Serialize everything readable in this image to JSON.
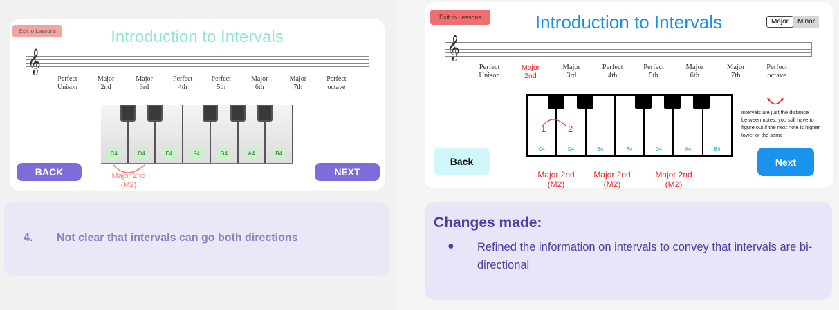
{
  "before": {
    "exit_label": "Exit to Lessons",
    "title": "Introduction to Intervals",
    "intervals": [
      {
        "line1": "Perfect",
        "line2": "Unison"
      },
      {
        "line1": "Major",
        "line2": "2nd"
      },
      {
        "line1": "Major",
        "line2": "3rd"
      },
      {
        "line1": "Perfect",
        "line2": "4th"
      },
      {
        "line1": "Perfect",
        "line2": "5th"
      },
      {
        "line1": "Major",
        "line2": "6th"
      },
      {
        "line1": "Major",
        "line2": "7th"
      },
      {
        "line1": "Perfect",
        "line2": "octave"
      }
    ],
    "keys": [
      "C4",
      "D4",
      "E4",
      "F4",
      "G4",
      "A4",
      "B4"
    ],
    "interval_label": "Major 2nd",
    "interval_abbr": "(M2)",
    "back_label": "BACK",
    "next_label": "NEXT",
    "note_number": "4.",
    "note_text": "Not clear that intervals can go both directions"
  },
  "after": {
    "exit_label": "Exit to Lessons",
    "title": "Introduction to Intervals",
    "toggle": {
      "options": [
        "Major",
        "Minor"
      ],
      "selected": "Major"
    },
    "intervals": [
      {
        "line1": "Perfect",
        "line2": "Unison"
      },
      {
        "line1": "Major",
        "line2": "2nd"
      },
      {
        "line1": "Major",
        "line2": "3rd"
      },
      {
        "line1": "Perfect",
        "line2": "4th"
      },
      {
        "line1": "Perfect",
        "line2": "5th"
      },
      {
        "line1": "Major",
        "line2": "6th"
      },
      {
        "line1": "Major",
        "line2": "7th"
      },
      {
        "line1": "Perfect",
        "line2": "octave"
      }
    ],
    "highlighted_interval": 1,
    "keys": [
      "C4",
      "D4",
      "E4",
      "F4",
      "G4",
      "A4",
      "B4"
    ],
    "step_1": "1",
    "step_2": "2",
    "interval_labels": [
      {
        "name": "Major 2nd",
        "abbr": "(M2)"
      },
      {
        "name": "Major 2nd",
        "abbr": "(M2)"
      },
      {
        "name": "Major 2nd",
        "abbr": "(M2)"
      }
    ],
    "hint_text": "intervals are just the distance between notes, you still have to figure out if the next note is higher, lower or the same",
    "back_label": "Back",
    "next_label": "Next",
    "changes_heading": "Changes made:",
    "changes": [
      "Refined the information on intervals to convey that intervals are bi-directional"
    ]
  },
  "colors": {
    "before_title": "#8ee6d2",
    "after_title": "#1a8fe8",
    "purple_btn": "#7d6cd9",
    "next_blue": "#1a93ec",
    "back_cyan": "#d2f7fb",
    "red": "#f02020"
  }
}
